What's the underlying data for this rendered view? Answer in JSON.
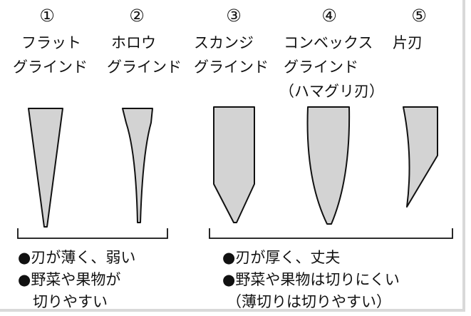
{
  "grinds": [
    {
      "number": "①",
      "label_line1": "フラット",
      "label_line2": "グラインド",
      "label_line3": ""
    },
    {
      "number": "②",
      "label_line1": "ホロウ",
      "label_line2": "グラインド",
      "label_line3": ""
    },
    {
      "number": "③",
      "label_line1": "スカンジ",
      "label_line2": "グラインド",
      "label_line3": ""
    },
    {
      "number": "④",
      "label_line1": "コンベックス",
      "label_line2": "グラインド",
      "label_line3": "（ハマグリ刃）"
    },
    {
      "number": "⑤",
      "label_line1": "片刃",
      "label_line2": "",
      "label_line3": ""
    }
  ],
  "groups": [
    {
      "lines": [
        "●刃が薄く、弱い",
        "●野菜や果物が",
        "　切りやすい"
      ]
    },
    {
      "lines": [
        "●刃が厚く、丈夫",
        "●野菜や果物は切りにくい",
        "（薄切りは切りやすい）"
      ]
    }
  ],
  "colors": {
    "blade_fill": "#d3d3d3",
    "stroke": "#111111"
  }
}
